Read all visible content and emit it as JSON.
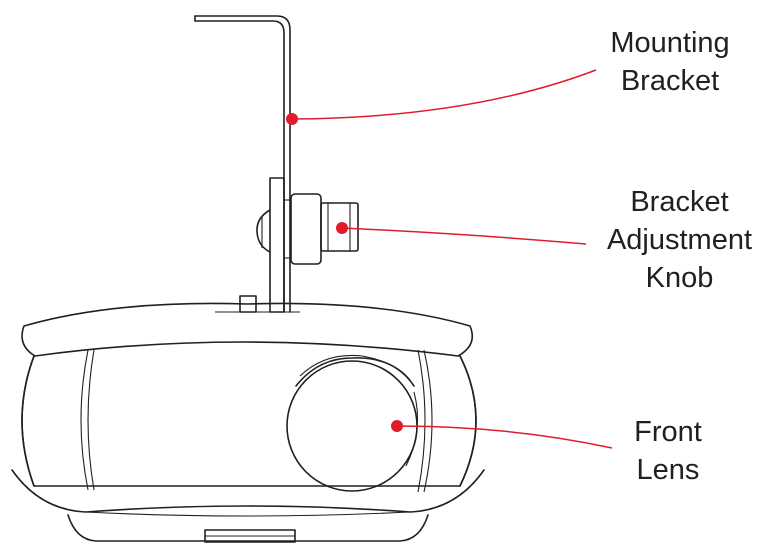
{
  "callouts": {
    "mounting_bracket": {
      "line1": "Mounting",
      "line2": "Bracket"
    },
    "adjustment_knob": {
      "line1": "Bracket",
      "line2": "Adjustment",
      "line3": "Knob"
    },
    "front_lens": {
      "line1": "Front",
      "line2": "Lens"
    }
  },
  "colors": {
    "callout": "#e01c2b",
    "outline": "#231f20",
    "background": "#ffffff"
  }
}
